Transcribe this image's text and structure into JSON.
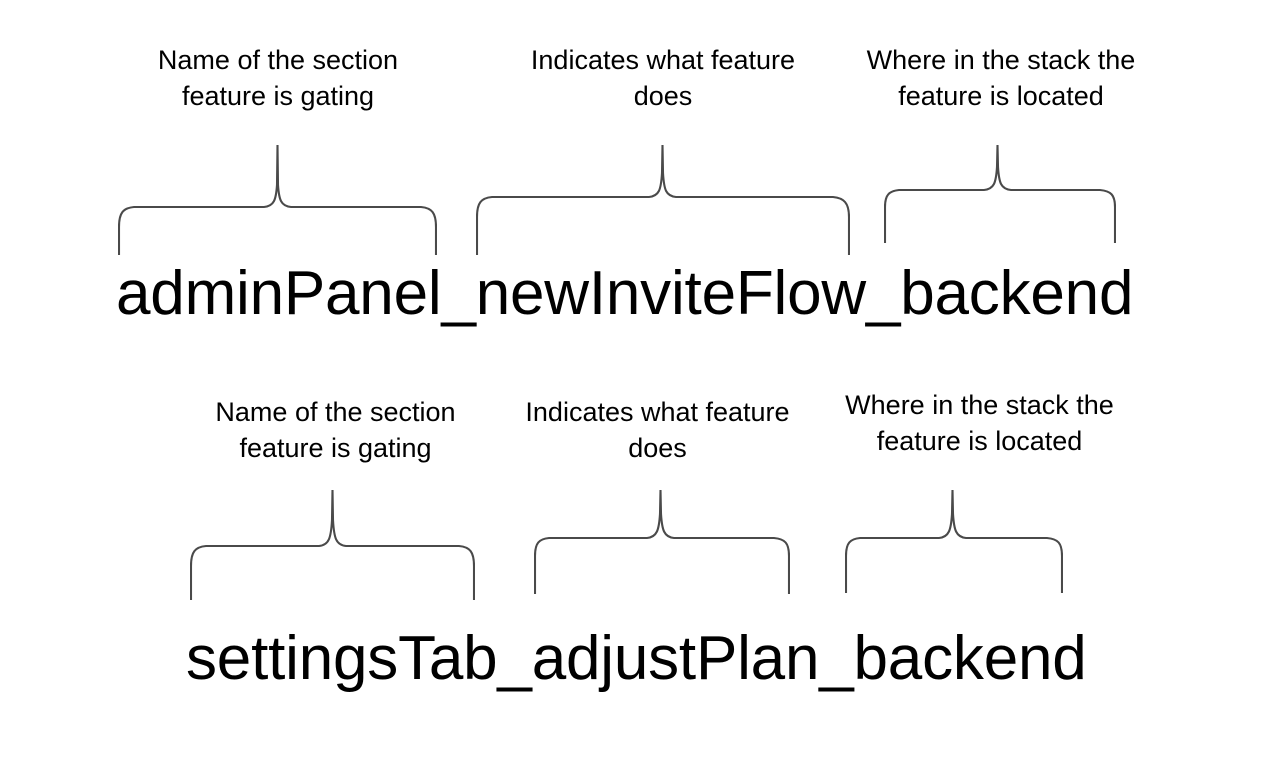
{
  "page": {
    "background_color": "#ffffff",
    "text_color": "#000000",
    "brace_color": "#4a4a4a"
  },
  "examples": [
    {
      "flag_name": "adminPanel_newInviteFlow_backend",
      "segments": [
        {
          "token": "adminPanel",
          "caption": "Name of the section\nfeature is gating"
        },
        {
          "token": "newInviteFlow",
          "caption": "Indicates what feature\ndoes"
        },
        {
          "token": "backend",
          "caption": "Where in the stack the\nfeature is located"
        }
      ]
    },
    {
      "flag_name": "settingsTab_adjustPlan_backend",
      "segments": [
        {
          "token": "settingsTab",
          "caption": "Name of the section\nfeature is gating"
        },
        {
          "token": "adjustPlan",
          "caption": "Indicates what feature\ndoes"
        },
        {
          "token": "backend",
          "caption": "Where in the stack the\nfeature is located"
        }
      ]
    }
  ]
}
